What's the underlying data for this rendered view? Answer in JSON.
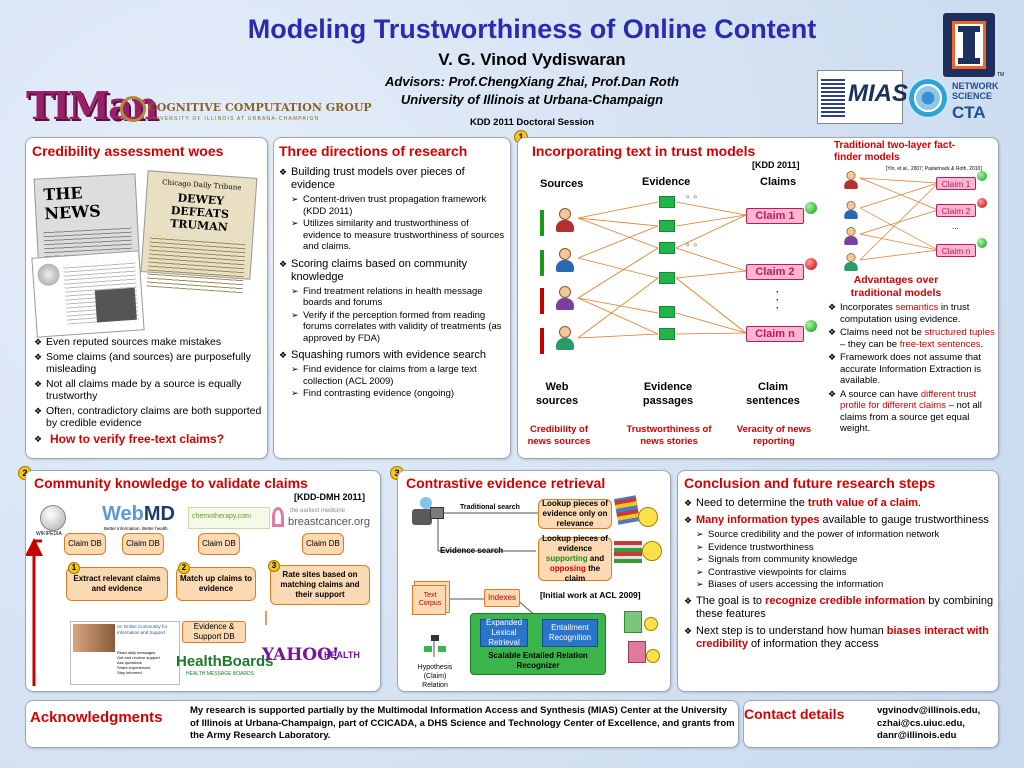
{
  "header": {
    "title": "Modeling Trustworthiness of Online Content",
    "author": "V. G. Vinod Vydiswaran",
    "advisors": "Advisors: Prof.ChengXiang Zhai, Prof.Dan Roth",
    "university": "University of Illinois at Urbana-Champaign",
    "event": "KDD 2011 Doctoral Session",
    "logo_timan": "TIMan",
    "logo_ccg": "COGNITIVE COMPUTATION GROUP",
    "logo_ccg_sub": "UNIVERSITY OF ILLINOIS AT URBANA-CHAMPAIGN",
    "logo_mias": "MIAS",
    "logo_ns": "NETWORK SCIENCE",
    "logo_cta": "CTA",
    "logo_tm": "TM"
  },
  "panel_credibility": {
    "title": "Credibility assessment woes",
    "papers": [
      "THE NEWS",
      "DEWEY DEFEATS TRUMAN"
    ],
    "bullets": [
      "Even reputed sources make mistakes",
      "Some claims (and sources) are purposefully misleading",
      "Not all claims made by a source is equally trustworthy",
      "Often, contradictory claims are both supported by credible evidence"
    ],
    "question": "How to verify free-text claims?"
  },
  "panel_directions": {
    "title": "Three directions of research",
    "items": [
      {
        "text": "Building trust models over pieces of evidence",
        "sub": [
          "Content-driven trust propagation framework (KDD 2011)",
          "Utilizes similarity and trustworthiness of evidence to measure trustworthiness of sources and claims."
        ]
      },
      {
        "text": "Scoring claims based on community knowledge",
        "sub": [
          "Find treatment relations in health message boards and forums",
          "Verify if the perception formed from reading forums correlates with validity of treatments (as approved by FDA)"
        ]
      },
      {
        "text": "Squashing rumors with evidence search",
        "sub": [
          "Find evidence for claims from a large text collection (ACL 2009)",
          "Find contrasting evidence (ongoing)"
        ]
      }
    ]
  },
  "panel_incorporating": {
    "number": "1",
    "title": "Incorporating text in trust models",
    "tag": "[KDD 2011]",
    "col_sources": "Sources",
    "col_evidence": "Evidence",
    "col_claims": "Claims",
    "claims": [
      "Claim 1",
      "Claim 2",
      "Claim n"
    ],
    "dots": "·\n·\n·",
    "labels": [
      "Web sources",
      "Evidence passages",
      "Claim sentences"
    ],
    "captions": [
      "Credibility of news sources",
      "Trustworthiness of news stories",
      "Veracity of news reporting"
    ],
    "tf_title": "Traditional two-layer fact-finder models",
    "tf_cite": "[Yin, et al., 2007; Pasternack & Roth, 2010]",
    "tf_claims": [
      "Claim 1",
      "Claim 2",
      "...",
      "Claim n"
    ],
    "adv_title": "Advantages over traditional models",
    "adv_bullets": [
      {
        "pre": "Incorporates ",
        "hl": "semantics",
        "post": " in trust computation using evidence."
      },
      {
        "pre": "Claims need not be ",
        "hl": "structured tuples",
        "mid": " – they can be ",
        "hl2": "free-text sentences",
        "post": "."
      },
      {
        "pre": "Framework does not assume that accurate Information Extraction is available.",
        "hl": "",
        "post": ""
      },
      {
        "pre": "A source can have ",
        "hl": "different trust profile for different claims",
        "post": " – not all claims from a source get equal weight."
      }
    ]
  },
  "panel_community": {
    "number": "2",
    "title": "Community knowledge to validate claims",
    "tag": "[KDD-DMH 2011]",
    "sites": [
      "Wikipedia",
      "WebMD",
      "chemotherapy.com",
      "breastcancer.org"
    ],
    "webmd_sub": "Better information. Better health.",
    "wiki_label": "WIKIPEDIA",
    "bc_top": "the earliest medicine",
    "claim_db": "Claim DB",
    "steps": [
      {
        "n": "1",
        "text": "Extract relevant claims and evidence"
      },
      {
        "n": "2",
        "text": "Match up claims to evidence"
      },
      {
        "n": "3",
        "text": "Rate sites based on matching claims and their support"
      }
    ],
    "evidence_db": "Evidence & Support DB",
    "forum_caption": "An Online Community for Information and Support",
    "forum_list": [
      "Read daily messages",
      "Get and receive support",
      "Ask questions",
      "Share experiences",
      "Stay informed"
    ],
    "healthboards": "HealthBoards",
    "healthboards_sub": "HEALTH MESSAGE BOARDS",
    "yahoo": "YAHOO!",
    "yahoo_health": "HEALTH"
  },
  "panel_contrastive": {
    "number": "3",
    "title": "Contrastive evidence retrieval",
    "trad_search": "Traditional search",
    "lookup1": "Lookup pieces of evidence only on relevance",
    "evidence_search": "Evidence search",
    "lookup2_pre": "Lookup pieces of evidence",
    "lookup2_sup": "supporting",
    "lookup2_and": " and ",
    "lookup2_opp": "opposing",
    "lookup2_post": " the claim",
    "text_corpus": "Text Corpus",
    "indexes": "Indexes",
    "acl": "[Initial work at ACL 2009]",
    "expanded": "Expanded Lexical Retrieval",
    "entailment": "Entailment Recognition",
    "recognizer": "Scalable Entailed Relation Recognizer",
    "hypothesis": "Hypothesis (Claim) Relation"
  },
  "panel_conclusion": {
    "title": "Conclusion and future research steps",
    "b1_pre": "Need to determine the ",
    "b1_hl": "truth value of a claim",
    "b1_post": ".",
    "b2_hl": "Many information types",
    "b2_post": " available to gauge trustworthiness",
    "b2_sub": [
      "Source credibility and the power of information network",
      "Evidence trustworthiness",
      "Signals from community knowledge",
      "Contrastive viewpoints for claims",
      "Biases of users accessing the information"
    ],
    "b3_pre": "The goal is to ",
    "b3_hl": "recognize credible information",
    "b3_post": " by combining these features",
    "b4_pre": "Next step is to understand how human ",
    "b4_hl": "biases interact with credibility",
    "b4_post": " of information they access"
  },
  "footer": {
    "ack_title": "Acknowledgments",
    "ack_text": "My research is supported partially by the Multimodal Information Access and Synthesis (MIAS) Center at the University of Illinois at Urbana-Champaign, part of CCICADA, a DHS Science and Technology Center of Excellence, and grants from the Army Research Laboratory.",
    "contact_title": "Contact details",
    "emails": [
      "vgvinodv@illinois.edu,",
      "czhai@cs.uiuc.edu,",
      "danr@illinois.edu"
    ]
  },
  "colors": {
    "title_blue": "#2b2bb0",
    "accent_red": "#d40000",
    "claim_pink": "#f9b8cf",
    "evidence_green": "#24b34b"
  }
}
